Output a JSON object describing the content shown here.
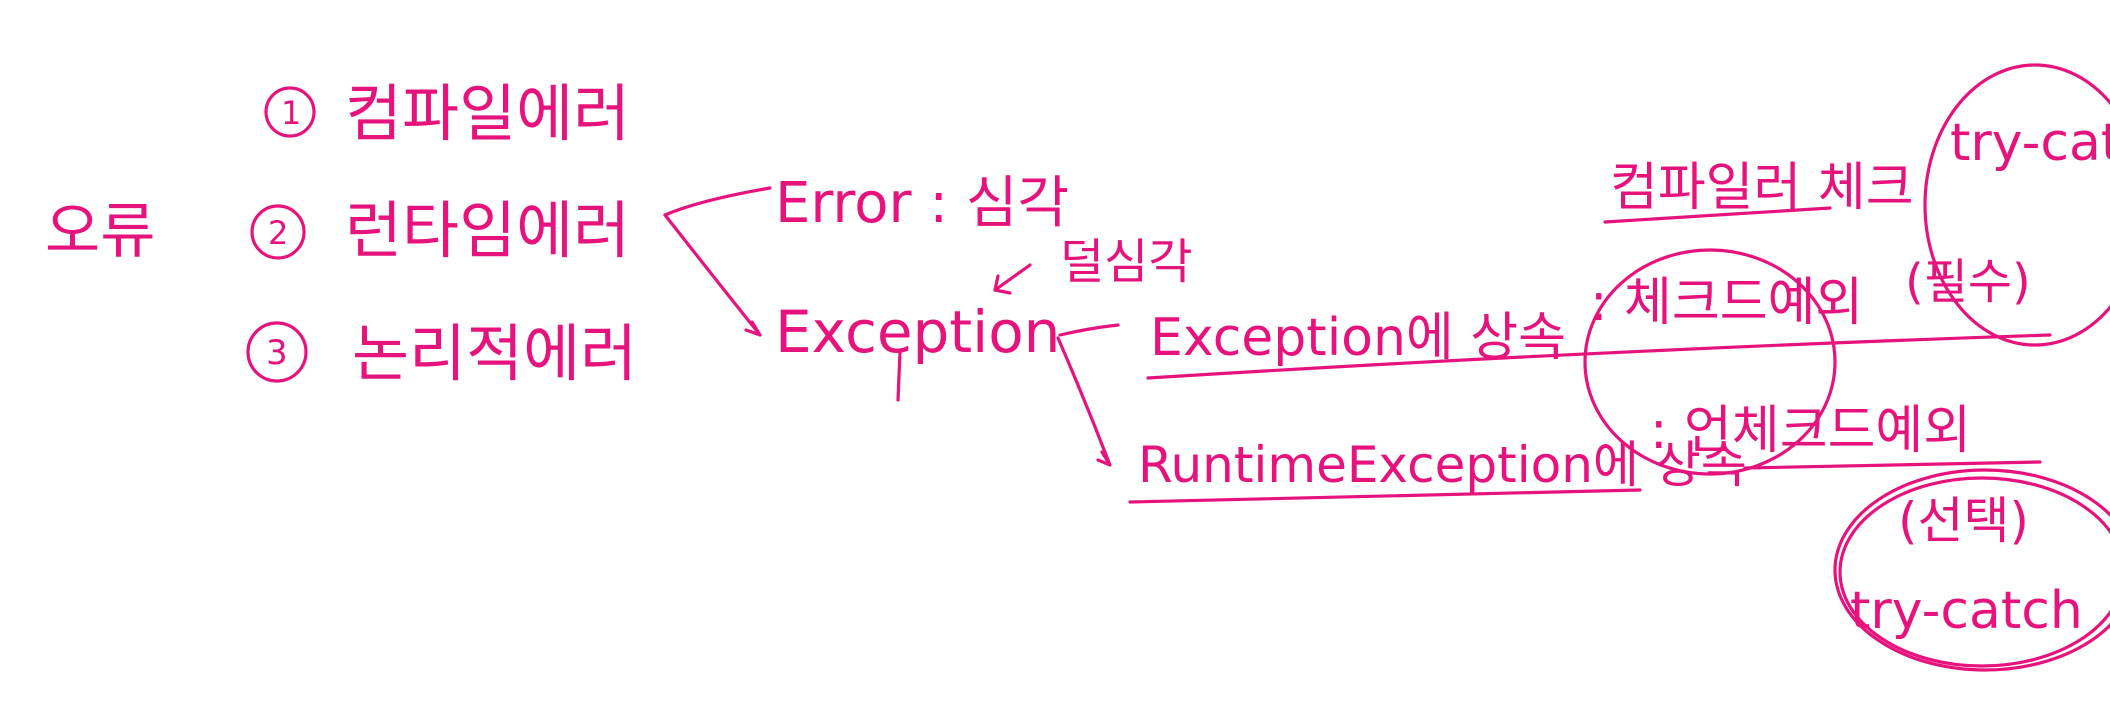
{
  "ink_color": "#e6137d",
  "background_color": "#ffffff",
  "notes": {
    "root": "오류",
    "item1_num": "1",
    "item1": "컴파일에러",
    "item2_num": "2",
    "item2": "런타임에러",
    "item3_num": "3",
    "item3": "논리적에러",
    "error": "Error : 심각",
    "less_serious": "덜심각",
    "exception": "Exception",
    "compiler_check": "컴파일러 체크",
    "try_catch_top": "try-catch",
    "exception_inherit": "Exception에 상속",
    "checked": ": 체크드예외",
    "required": "(필수)",
    "runtime_inherit": "RuntimeException에 상속",
    "unchecked": ": 언체크드예외",
    "optional": "(선택)",
    "try_catch_bottom": "try-catch"
  }
}
